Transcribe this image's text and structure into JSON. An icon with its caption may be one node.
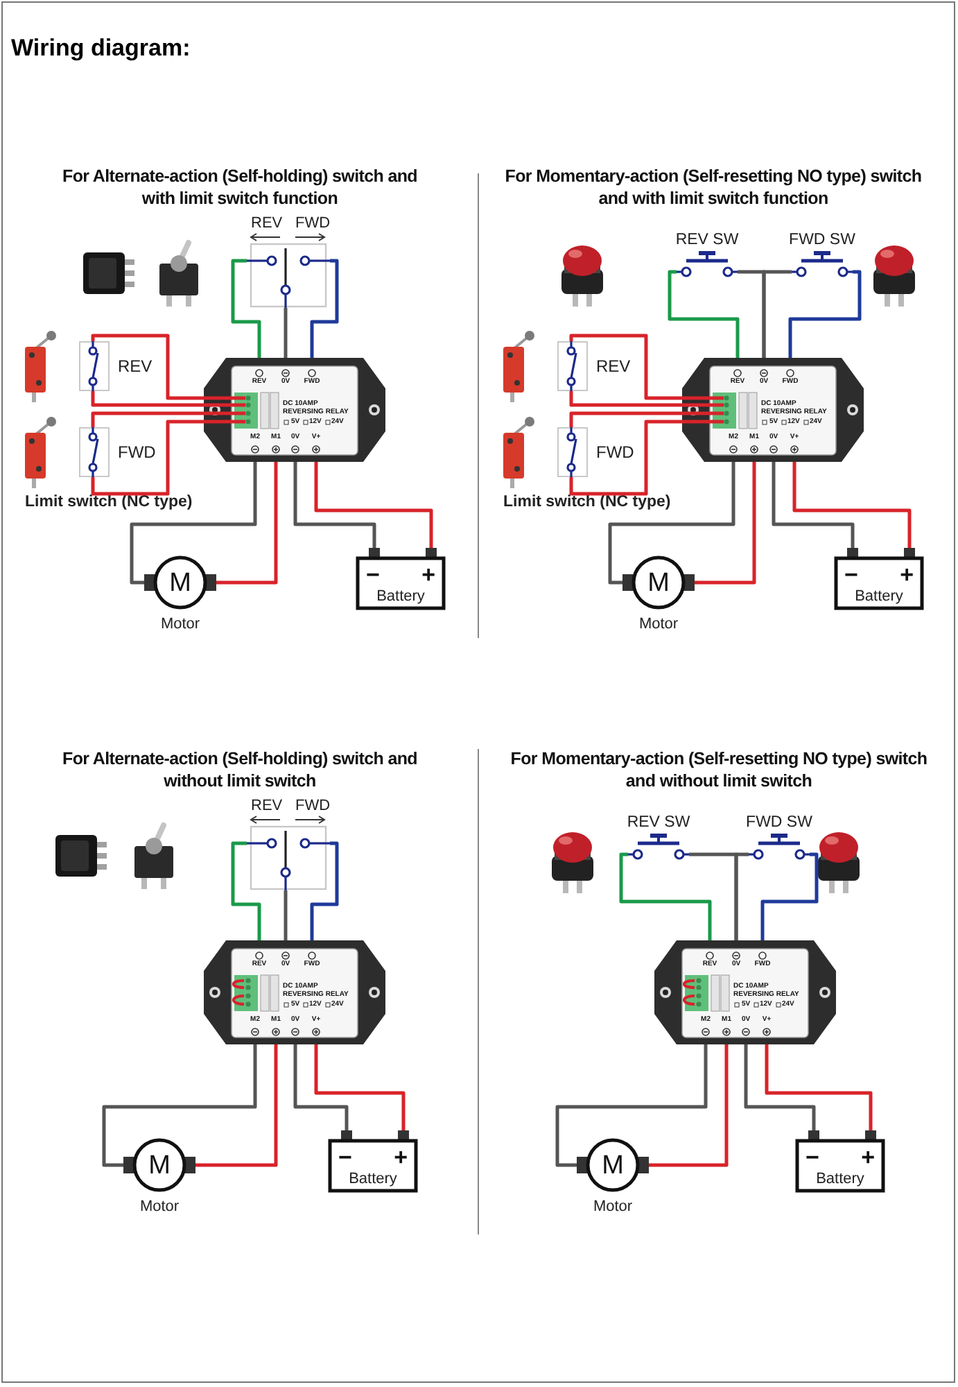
{
  "diagram": {
    "title": "Wiring diagram:",
    "nodes": [
      {
        "text": [
          "REV",
          "FWD"
        ]
      },
      {
        "text": [
          "REV"
        ]
      },
      {
        "text": [
          "REV",
          "0V",
          "FWD",
          "DC 10AMP",
          "REVERSING RELAY",
          "5V",
          "12V",
          "24V",
          "M2",
          "M1",
          "0V",
          "V+"
        ]
      },
      {
        "text": [
          "FWD"
        ]
      },
      {
        "text": [
          "M"
        ],
        "beside": [
          "Motor"
        ]
      },
      {
        "text": [
          "−",
          "+",
          "Battery"
        ]
      },
      {
        "text": [
          "REV SW"
        ]
      },
      {
        "text": [
          "FWD SW"
        ]
      },
      {
        "text": [
          "REV"
        ]
      },
      {
        "text": [
          "REV",
          "0V",
          "FWD",
          "DC 10AMP",
          "REVERSING RELAY",
          "5V",
          "12V",
          "24V",
          "M2",
          "M1",
          "0V",
          "V+"
        ]
      },
      {
        "text": [
          "FWD"
        ]
      },
      {
        "text": [
          "M"
        ],
        "beside": [
          "Motor"
        ]
      },
      {
        "text": [
          "−",
          "+",
          "Battery"
        ]
      },
      {
        "text": [
          "REV",
          "FWD"
        ]
      },
      {
        "text": [
          "REV",
          "0V",
          "FWD",
          "DC 10AMP",
          "REVERSING RELAY",
          "5V",
          "12V",
          "24V",
          "M2",
          "M1",
          "0V",
          "V+"
        ]
      },
      {
        "text": [
          "M"
        ],
        "beside": [
          "Motor"
        ]
      },
      {
        "text": [
          "−",
          "+",
          "Battery"
        ]
      },
      {
        "text": [
          "REV SW"
        ]
      },
      {
        "text": [
          "FWD SW"
        ]
      },
      {
        "text": [
          "REV",
          "0V",
          "FWD",
          "DC 10AMP",
          "REVERSING RELAY",
          "5V",
          "12V",
          "24V",
          "M2",
          "M1",
          "0V",
          "V+"
        ]
      },
      {
        "text": [
          "M"
        ],
        "beside": [
          "Motor"
        ]
      },
      {
        "text": [
          "−",
          "+",
          "Battery"
        ]
      }
    ],
    "edges": [
      {
        "from": 0,
        "to": 2,
        "arrow": "none",
        "color": "#1a9a4a"
      },
      {
        "from": 0,
        "to": 2,
        "arrow": "none",
        "color": "#555555"
      },
      {
        "from": 0,
        "to": 2,
        "arrow": "none",
        "color": "#1f3a9a"
      },
      {
        "from": 1,
        "to": 2,
        "arrow": "none",
        "color": "#d8232a"
      },
      {
        "from": 1,
        "to": 2,
        "arrow": "none",
        "color": "#d8232a"
      },
      {
        "from": 3,
        "to": 2,
        "arrow": "none",
        "color": "#d8232a"
      },
      {
        "from": 3,
        "to": 2,
        "arrow": "none",
        "color": "#d8232a"
      },
      {
        "from": 2,
        "to": 4,
        "arrow": "none",
        "color": "#555555"
      },
      {
        "from": 2,
        "to": 4,
        "arrow": "none",
        "color": "#d8232a"
      },
      {
        "from": 2,
        "to": 5,
        "arrow": "none",
        "color": "#555555"
      },
      {
        "from": 2,
        "to": 5,
        "arrow": "none",
        "color": "#d8232a"
      },
      {
        "from": 6,
        "to": 9,
        "arrow": "none",
        "color": "#1a9a4a"
      },
      {
        "from": 6,
        "to": 9,
        "arrow": "none",
        "color": "#555555"
      },
      {
        "from": 7,
        "to": 9,
        "arrow": "none",
        "color": "#555555"
      },
      {
        "from": 7,
        "to": 9,
        "arrow": "none",
        "color": "#1f3a9a"
      },
      {
        "from": 8,
        "to": 9,
        "arrow": "none",
        "color": "#d8232a"
      },
      {
        "from": 8,
        "to": 9,
        "arrow": "none",
        "color": "#d8232a"
      },
      {
        "from": 10,
        "to": 9,
        "arrow": "none",
        "color": "#d8232a"
      },
      {
        "from": 10,
        "to": 9,
        "arrow": "none",
        "color": "#d8232a"
      },
      {
        "from": 9,
        "to": 11,
        "arrow": "none",
        "color": "#555555"
      },
      {
        "from": 9,
        "to": 11,
        "arrow": "none",
        "color": "#d8232a"
      },
      {
        "from": 9,
        "to": 12,
        "arrow": "none",
        "color": "#555555"
      },
      {
        "from": 9,
        "to": 12,
        "arrow": "none",
        "color": "#d8232a"
      },
      {
        "from": 13,
        "to": 14,
        "arrow": "none",
        "color": "#1a9a4a"
      },
      {
        "from": 13,
        "to": 14,
        "arrow": "none",
        "color": "#555555"
      },
      {
        "from": 13,
        "to": 14,
        "arrow": "none",
        "color": "#1f3a9a"
      },
      {
        "from": 14,
        "to": 15,
        "arrow": "none",
        "color": "#555555"
      },
      {
        "from": 14,
        "to": 15,
        "arrow": "none",
        "color": "#d8232a"
      },
      {
        "from": 14,
        "to": 16,
        "arrow": "none",
        "color": "#555555"
      },
      {
        "from": 14,
        "to": 16,
        "arrow": "none",
        "color": "#d8232a"
      },
      {
        "from": 17,
        "to": 19,
        "arrow": "none",
        "color": "#1a9a4a"
      },
      {
        "from": 17,
        "to": 19,
        "arrow": "none",
        "color": "#555555"
      },
      {
        "from": 18,
        "to": 19,
        "arrow": "none",
        "color": "#555555"
      },
      {
        "from": 18,
        "to": 19,
        "arrow": "none",
        "color": "#1f3a9a"
      },
      {
        "from": 19,
        "to": 20,
        "arrow": "none",
        "color": "#555555"
      },
      {
        "from": 19,
        "to": 20,
        "arrow": "none",
        "color": "#d8232a"
      },
      {
        "from": 19,
        "to": 21,
        "arrow": "none",
        "color": "#555555"
      },
      {
        "from": 19,
        "to": 21,
        "arrow": "none",
        "color": "#d8232a"
      }
    ],
    "labels": [
      "For Alternate-action (Self-holding) switch and with limit switch function",
      "Limit switch (NC type)",
      "For Momentary-action (Self-resetting NO type) switch and with limit switch function",
      "Limit switch (NC type)",
      "For Alternate-action (Self-holding) switch and without limit switch",
      "For Momentary-action (Self-resetting NO type) switch and without limit switch"
    ]
  }
}
